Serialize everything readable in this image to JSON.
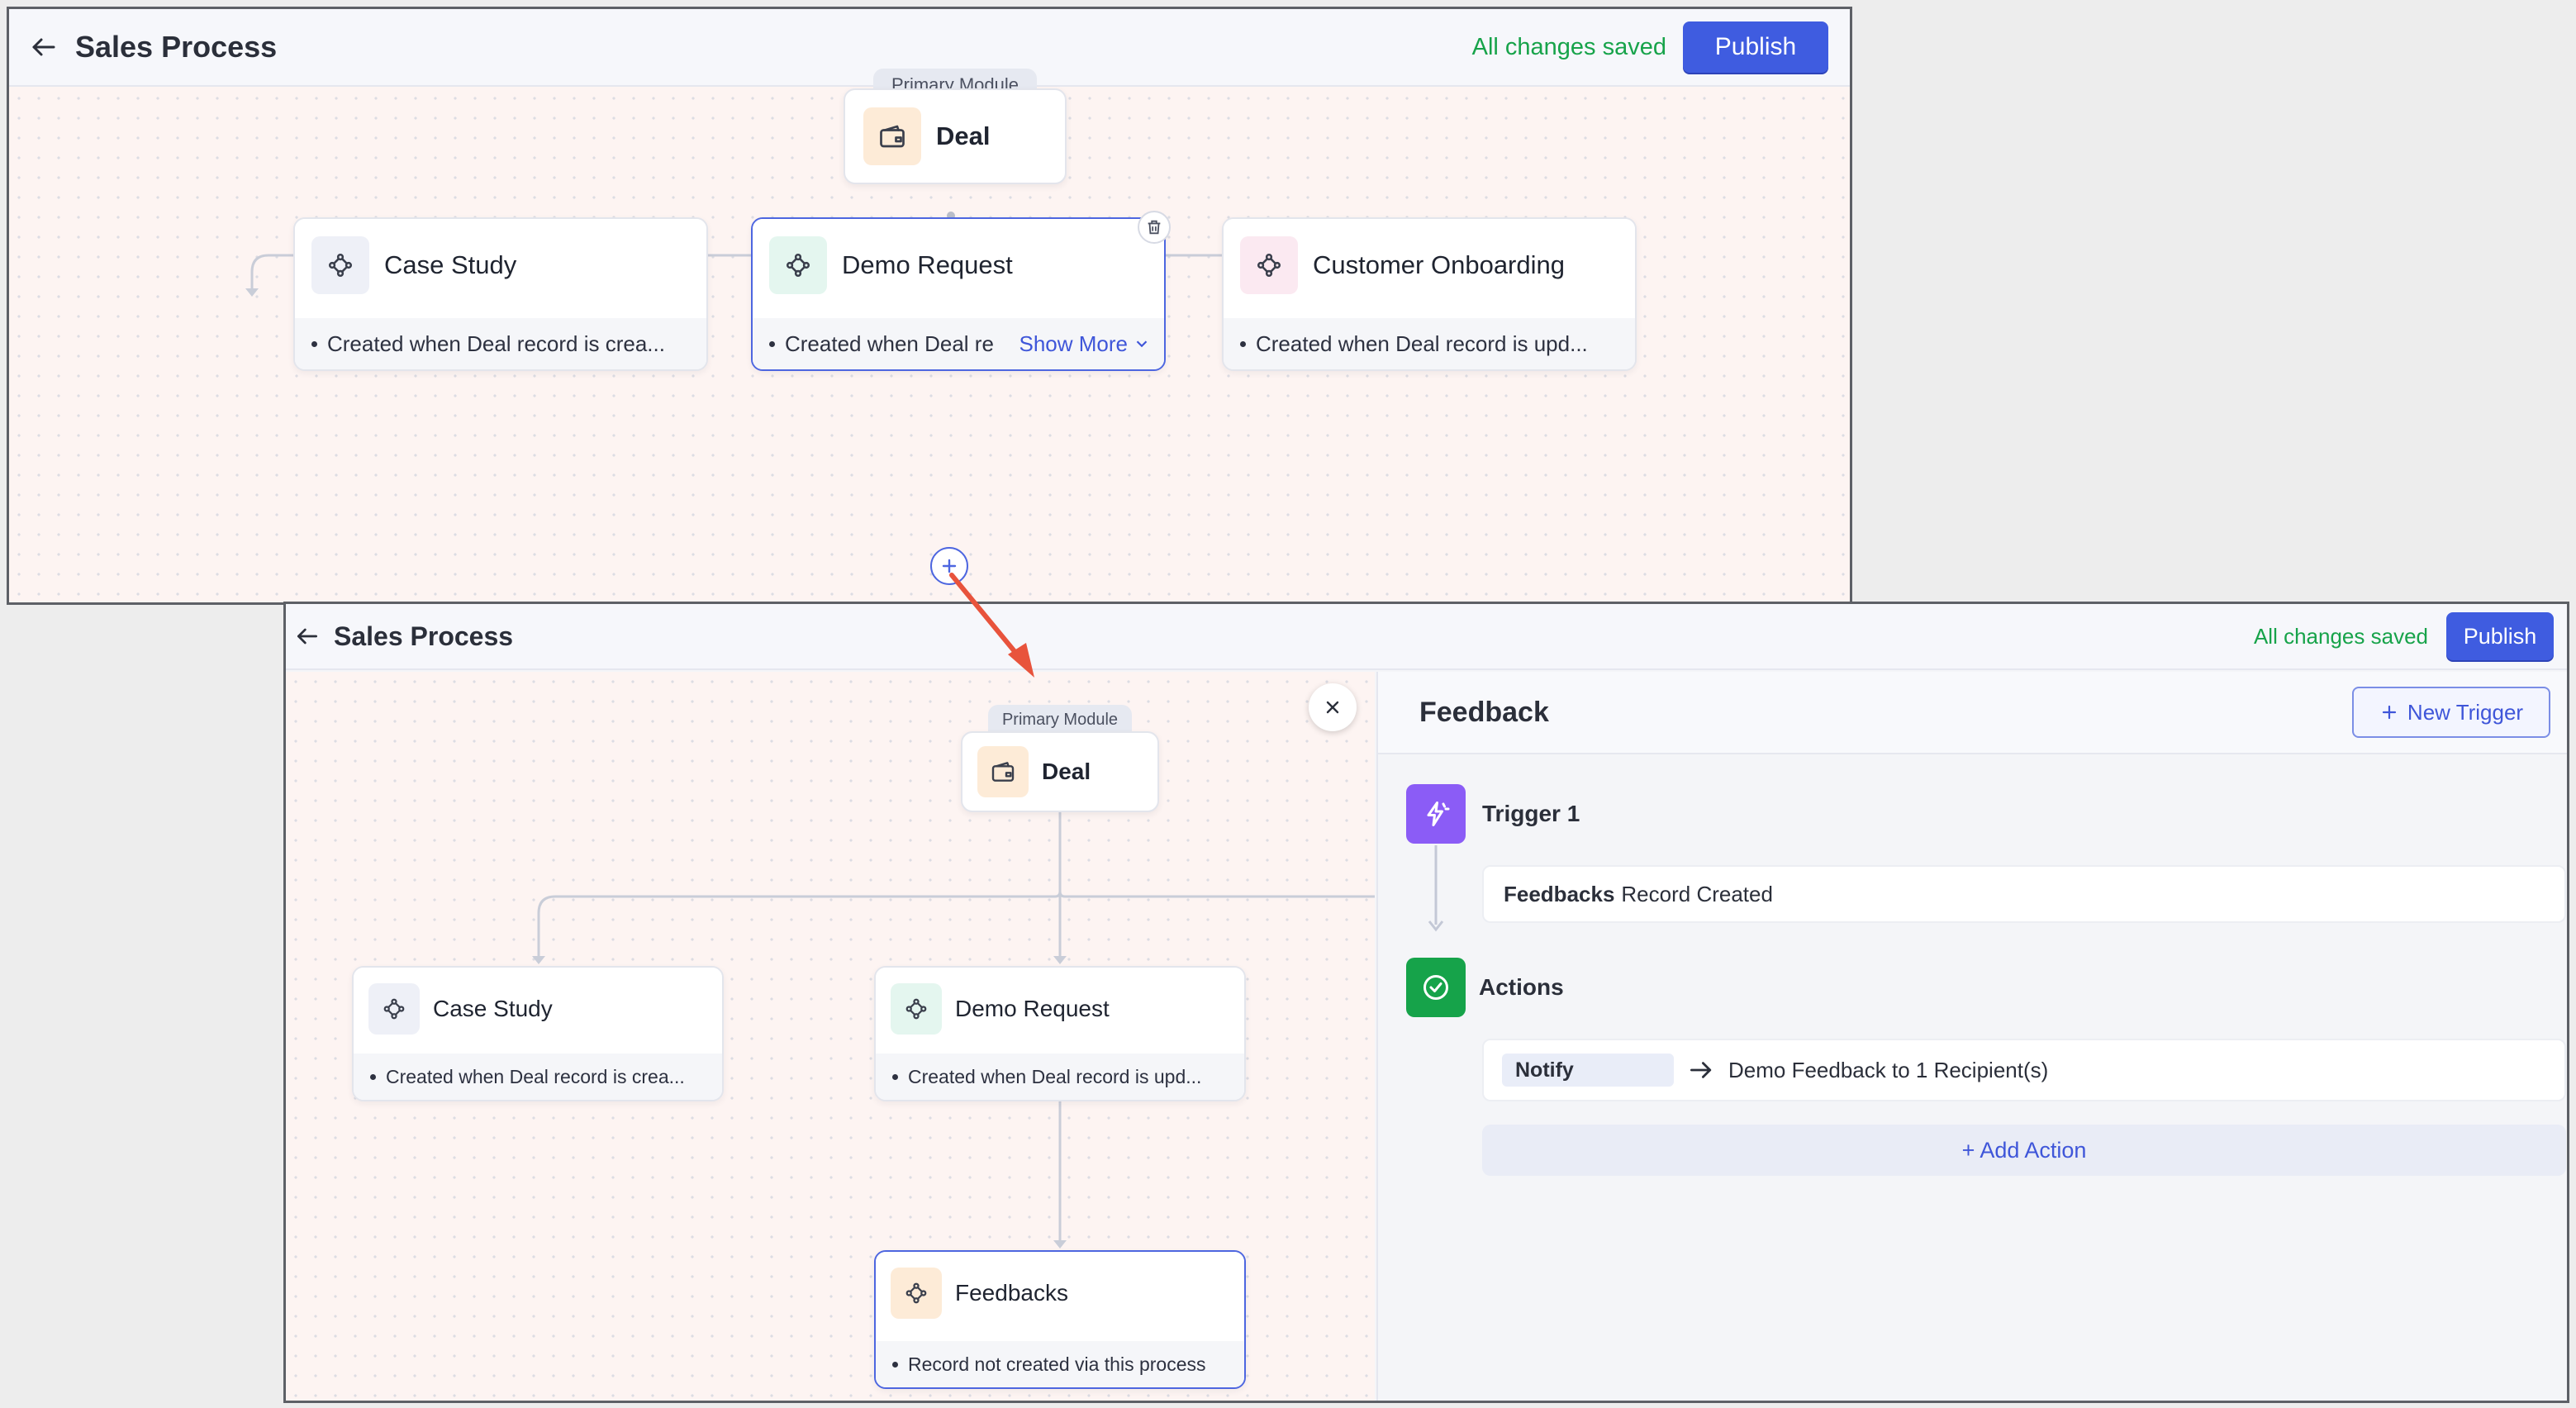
{
  "top_window": {
    "title": "Sales Process",
    "status": "All changes saved",
    "publish_label": "Publish",
    "primary_module_badge": "Primary Module",
    "primary_module_name": "Deal",
    "cards": [
      {
        "name": "Case Study",
        "description": "Created when Deal record is crea...",
        "icon": "process-node-icon"
      },
      {
        "name": "Demo Request",
        "description": "Created when Deal re",
        "icon": "process-node-icon",
        "selected": true
      },
      {
        "name": "Customer Onboarding",
        "description": "Created when Deal record is upd...",
        "icon": "process-node-icon"
      }
    ],
    "show_more_label": "Show More"
  },
  "bottom_window": {
    "title": "Sales Process",
    "status": "All changes saved",
    "publish_label": "Publish",
    "primary_module_badge": "Primary Module",
    "primary_module_name": "Deal",
    "cards": [
      {
        "name": "Case Study",
        "description": "Created when Deal record is crea..."
      },
      {
        "name": "Demo Request",
        "description": "Created when Deal record is upd..."
      },
      {
        "name": "Feedbacks",
        "description": "Record not created via this process",
        "selected": true
      }
    ],
    "panel": {
      "title": "Feedback",
      "new_trigger_label": "New Trigger",
      "trigger_label": "Trigger 1",
      "trigger_module": "Feedbacks",
      "trigger_event": "Record Created",
      "actions_label": "Actions",
      "action_type": "Notify",
      "action_detail": "Demo Feedback to 1 Recipient(s)",
      "add_action_label": "+ Add Action"
    }
  },
  "colors": {
    "accent": "#3f5ce0",
    "saved_green": "#17a34a",
    "trigger_purple": "#8b5cf6",
    "actions_green": "#16a34a",
    "arrow_red": "#e8533c"
  }
}
